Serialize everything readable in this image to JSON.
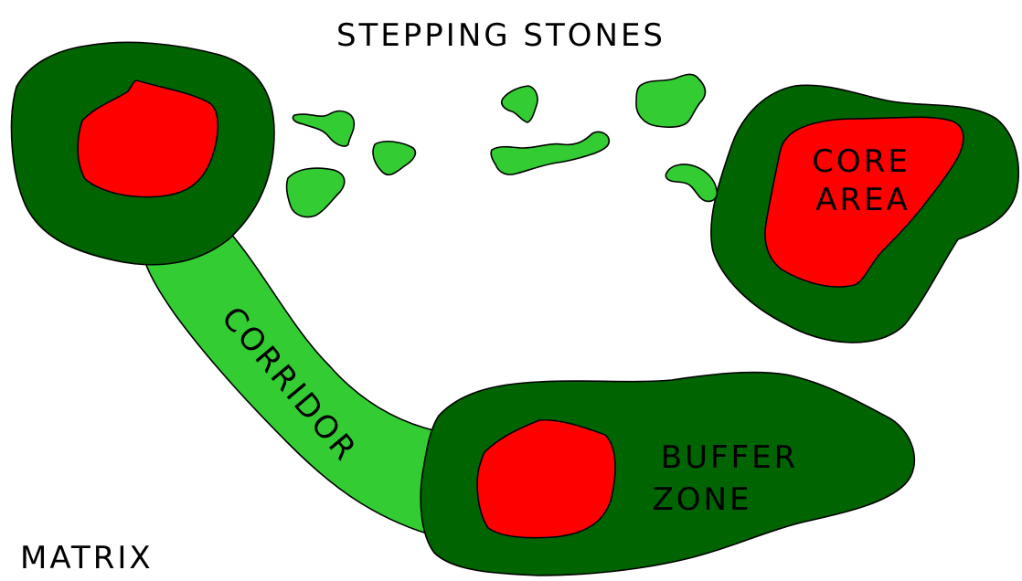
{
  "labels": {
    "stepping_stones": "STEPPING STONES",
    "core_line1": "CORE",
    "core_line2": "AREA",
    "corridor": "CORRIDOR",
    "buffer_line1": "BUFFER",
    "buffer_line2": "ZONE",
    "matrix": "MATRIX"
  },
  "colors": {
    "core_area": "#ff0000",
    "buffer_zone": "#006400",
    "corridor_and_stepping_stones": "#33cc33",
    "matrix": "#ffffff",
    "outline": "#000000"
  }
}
